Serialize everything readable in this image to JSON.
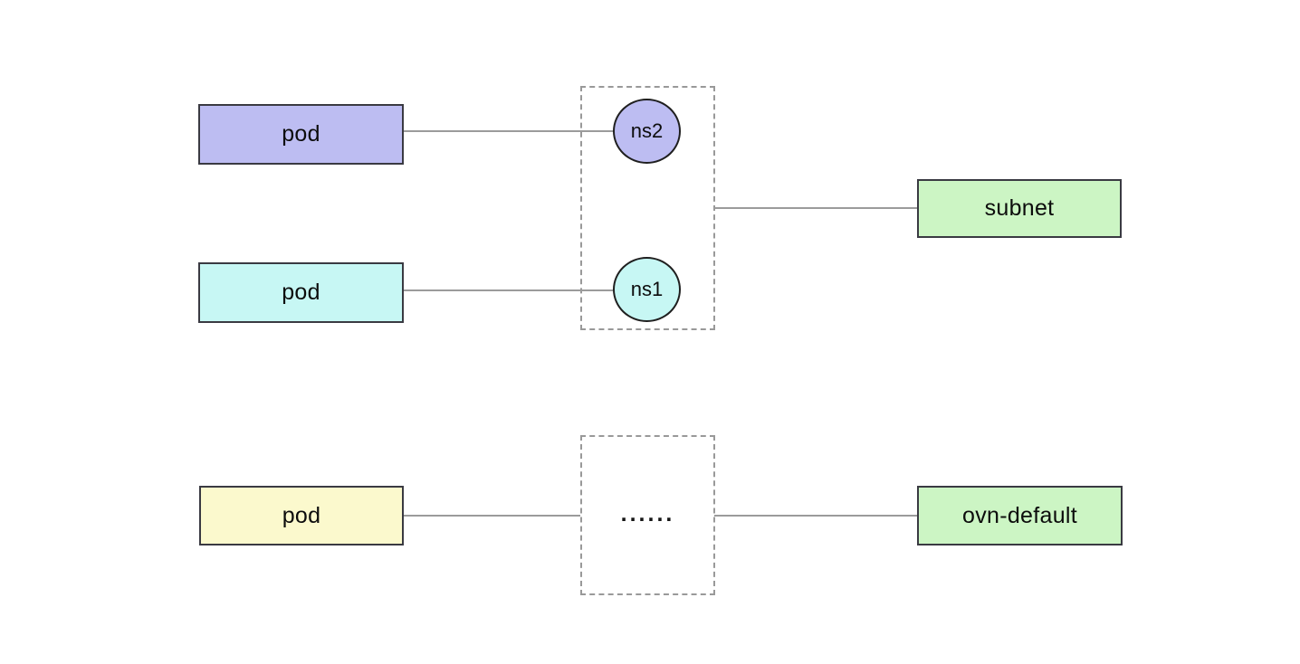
{
  "diagram": {
    "background": "#ffffff",
    "colors": {
      "purple_fill": "#bdbdf2",
      "cyan_fill": "#c7f7f4",
      "yellow_fill": "#fbf9cd",
      "green_fill": "#ccf5c4",
      "rect_border": "#3a3a42",
      "circle_border": "#1f1f1f",
      "dashed_border": "#999999",
      "connector": "#9b9b9b",
      "text": "#0c0c0c"
    },
    "nodes": {
      "pod_purple": {
        "label": "pod",
        "shape": "rect",
        "fill": "#bdbdf2"
      },
      "pod_cyan": {
        "label": "pod",
        "shape": "rect",
        "fill": "#c7f7f4"
      },
      "pod_yellow": {
        "label": "pod",
        "shape": "rect",
        "fill": "#fbf9cd"
      },
      "ns2": {
        "label": "ns2",
        "shape": "circle",
        "fill": "#bdbdf2"
      },
      "ns1": {
        "label": "ns1",
        "shape": "circle",
        "fill": "#c7f7f4"
      },
      "subnet": {
        "label": "subnet",
        "shape": "rect",
        "fill": "#ccf5c4"
      },
      "ovn_default": {
        "label": "ovn-default",
        "shape": "rect",
        "fill": "#ccf5c4"
      },
      "ellipsis": {
        "label": "......"
      }
    },
    "groups": {
      "namespaces_group": {
        "style": "dashed",
        "contains": [
          "ns2",
          "ns1"
        ]
      },
      "ellipsis_group": {
        "style": "dashed",
        "contains": [
          "ellipsis"
        ]
      }
    },
    "edges": [
      {
        "from": "pod_purple",
        "to": "ns2"
      },
      {
        "from": "pod_cyan",
        "to": "ns1"
      },
      {
        "from": "namespaces_group",
        "to": "subnet"
      },
      {
        "from": "pod_yellow",
        "to": "ellipsis_group"
      },
      {
        "from": "ellipsis_group",
        "to": "ovn_default"
      }
    ]
  }
}
